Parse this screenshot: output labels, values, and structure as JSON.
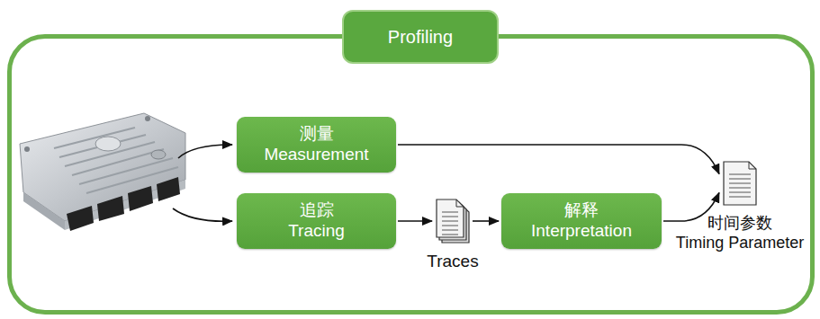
{
  "diagram": {
    "nodes": [
      {
        "text": [
          "Profiling"
        ]
      },
      {
        "text": [
          "测量",
          "Measurement"
        ],
        "in": 0
      },
      {
        "text": [
          "追踪",
          "Tracing"
        ],
        "in": 0
      },
      {
        "text": [
          "Traces"
        ],
        "in": 0
      },
      {
        "text": [
          "解释",
          "Interpretation"
        ],
        "in": 0
      },
      {
        "text": [
          "时间参数",
          "Timing Parameter"
        ],
        "in": 0
      }
    ],
    "edges": [
      {
        "from": 1,
        "to": 5,
        "arrow": "to"
      },
      {
        "from": 2,
        "to": 3,
        "arrow": "to"
      },
      {
        "from": 3,
        "to": 4,
        "arrow": "to"
      },
      {
        "from": 4,
        "to": 5,
        "arrow": "to"
      }
    ]
  }
}
